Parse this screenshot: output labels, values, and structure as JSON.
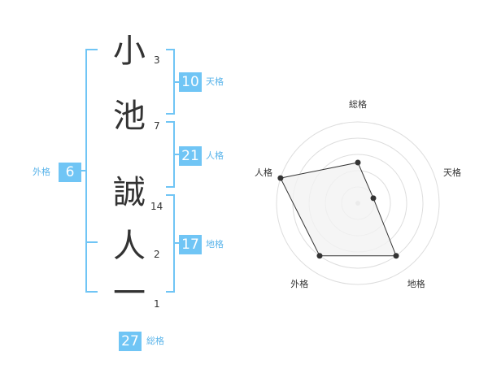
{
  "name": {
    "characters": [
      {
        "char": "小",
        "strokes": "3"
      },
      {
        "char": "池",
        "strokes": "7"
      },
      {
        "char": "誠",
        "strokes": "14"
      },
      {
        "char": "人",
        "strokes": "2"
      },
      {
        "char": "一",
        "strokes": "1"
      }
    ]
  },
  "fortune": {
    "tenkaku": {
      "value": "10",
      "label": "天格"
    },
    "jinkaku": {
      "value": "21",
      "label": "人格"
    },
    "chikaku": {
      "value": "17",
      "label": "地格"
    },
    "gaikaku": {
      "value": "6",
      "label": "外格"
    },
    "soukaku": {
      "value": "27",
      "label": "総格"
    }
  },
  "chart_data": {
    "type": "radar",
    "axes": [
      "総格",
      "天格",
      "地格",
      "外格",
      "人格"
    ],
    "values": [
      2.5,
      1,
      4,
      4,
      5
    ],
    "rmax": 5,
    "grid": true,
    "colors": {
      "fill": "#f2f2f2",
      "line": "#333333",
      "grid": "#dddddd",
      "accent": "#70c5f5"
    }
  }
}
